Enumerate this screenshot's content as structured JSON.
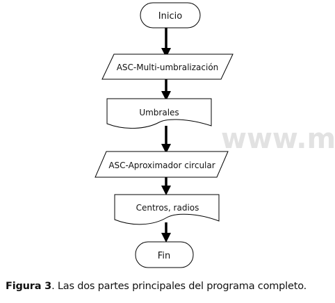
{
  "flowchart": {
    "nodes": [
      {
        "id": "inicio",
        "shape": "terminator",
        "label": "Inicio"
      },
      {
        "id": "multi",
        "shape": "parallelogram",
        "label": "ASC-Multi-umbralización"
      },
      {
        "id": "umbrales",
        "shape": "document",
        "label": "Umbrales"
      },
      {
        "id": "aprox",
        "shape": "parallelogram",
        "label": "ASC-Aproximador circular"
      },
      {
        "id": "centros",
        "shape": "document",
        "label": "Centros, radios"
      },
      {
        "id": "fin",
        "shape": "terminator",
        "label": "Fin"
      }
    ],
    "edges": [
      {
        "from": "inicio",
        "to": "multi"
      },
      {
        "from": "multi",
        "to": "umbrales"
      },
      {
        "from": "umbrales",
        "to": "aprox"
      },
      {
        "from": "aprox",
        "to": "centros"
      },
      {
        "from": "centros",
        "to": "fin"
      }
    ]
  },
  "watermark": "www.medigr",
  "caption": {
    "label": "Figura 3",
    "text": ". Las dos partes principales del programa completo."
  },
  "colors": {
    "stroke": "#000000",
    "watermark": "#e2e2e2",
    "text": "#111111"
  }
}
